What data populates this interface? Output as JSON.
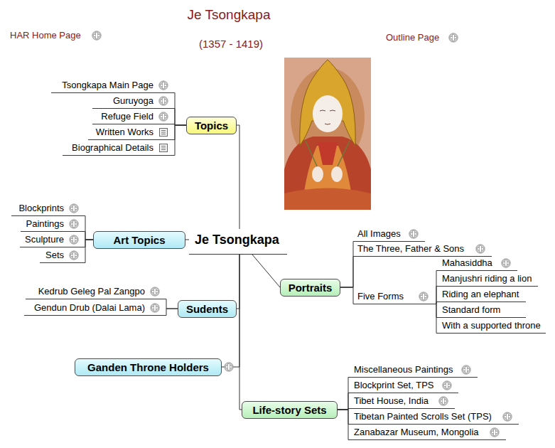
{
  "diagram": {
    "title": "Je Tsongkapa",
    "nodes": [
      {
        "text": [
          "Je Tsongkapa"
        ]
      },
      {
        "text": [
          "Topics"
        ]
      },
      {
        "text": [
          "Tsongkapa Main Page"
        ]
      },
      {
        "text": [
          "Guruyoga"
        ]
      },
      {
        "text": [
          "Refuge Field"
        ]
      },
      {
        "text": [
          "Written Works"
        ]
      },
      {
        "text": [
          "Biographical Details"
        ]
      },
      {
        "text": [
          "Art Topics"
        ]
      },
      {
        "text": [
          "Blockprints"
        ]
      },
      {
        "text": [
          "Paintings"
        ]
      },
      {
        "text": [
          "Sculpture"
        ]
      },
      {
        "text": [
          "Sets"
        ]
      },
      {
        "text": [
          "Sudents"
        ]
      },
      {
        "text": [
          "Kedrub Geleg Pal Zangpo"
        ]
      },
      {
        "text": [
          "Gendun Drub (Dalai Lama)"
        ]
      },
      {
        "text": [
          "Ganden Throne Holders"
        ]
      },
      {
        "text": [
          "Portraits"
        ]
      },
      {
        "text": [
          "All Images"
        ]
      },
      {
        "text": [
          "The Three, Father & Sons"
        ]
      },
      {
        "text": [
          "Five Forms"
        ]
      },
      {
        "text": [
          "Mahasiddha"
        ]
      },
      {
        "text": [
          "Manjushri riding a lion"
        ]
      },
      {
        "text": [
          "Riding an elephant"
        ]
      },
      {
        "text": [
          "Standard form"
        ]
      },
      {
        "text": [
          "With a supported throne"
        ]
      },
      {
        "text": [
          "Life-story Sets"
        ]
      },
      {
        "text": [
          "Miscellaneous Paintings"
        ]
      },
      {
        "text": [
          "Blockprint Set, TPS"
        ]
      },
      {
        "text": [
          "Tibet House, India"
        ]
      },
      {
        "text": [
          "Tibetan Painted Scrolls Set (TPS)"
        ]
      },
      {
        "text": [
          "Zanabazar Museum, Mongolia"
        ]
      }
    ],
    "edges": [
      {
        "from": 0,
        "to": 1,
        "arrow": "none"
      },
      {
        "from": 1,
        "to": 2,
        "arrow": "none"
      },
      {
        "from": 1,
        "to": 3,
        "arrow": "none"
      },
      {
        "from": 1,
        "to": 4,
        "arrow": "none"
      },
      {
        "from": 1,
        "to": 5,
        "arrow": "none"
      },
      {
        "from": 1,
        "to": 6,
        "arrow": "none"
      },
      {
        "from": 0,
        "to": 7,
        "arrow": "none"
      },
      {
        "from": 7,
        "to": 8,
        "arrow": "none"
      },
      {
        "from": 7,
        "to": 9,
        "arrow": "none"
      },
      {
        "from": 7,
        "to": 10,
        "arrow": "none"
      },
      {
        "from": 7,
        "to": 11,
        "arrow": "none"
      },
      {
        "from": 0,
        "to": 12,
        "arrow": "none"
      },
      {
        "from": 12,
        "to": 13,
        "arrow": "none"
      },
      {
        "from": 12,
        "to": 14,
        "arrow": "none"
      },
      {
        "from": 0,
        "to": 15,
        "arrow": "none"
      },
      {
        "from": 0,
        "to": 16,
        "arrow": "none"
      },
      {
        "from": 16,
        "to": 17,
        "arrow": "none"
      },
      {
        "from": 16,
        "to": 18,
        "arrow": "none"
      },
      {
        "from": 16,
        "to": 19,
        "arrow": "none"
      },
      {
        "from": 19,
        "to": 20,
        "arrow": "none"
      },
      {
        "from": 19,
        "to": 21,
        "arrow": "none"
      },
      {
        "from": 19,
        "to": 22,
        "arrow": "none"
      },
      {
        "from": 19,
        "to": 23,
        "arrow": "none"
      },
      {
        "from": 19,
        "to": 24,
        "arrow": "none"
      },
      {
        "from": 0,
        "to": 25,
        "arrow": "none"
      },
      {
        "from": 25,
        "to": 26,
        "arrow": "none"
      },
      {
        "from": 25,
        "to": 27,
        "arrow": "none"
      },
      {
        "from": 25,
        "to": 28,
        "arrow": "none"
      },
      {
        "from": 25,
        "to": 29,
        "arrow": "none"
      },
      {
        "from": 25,
        "to": 30,
        "arrow": "none"
      }
    ],
    "labels": [
      "HAR Home Page",
      "Outline Page",
      "(1357 - 1419)"
    ]
  }
}
